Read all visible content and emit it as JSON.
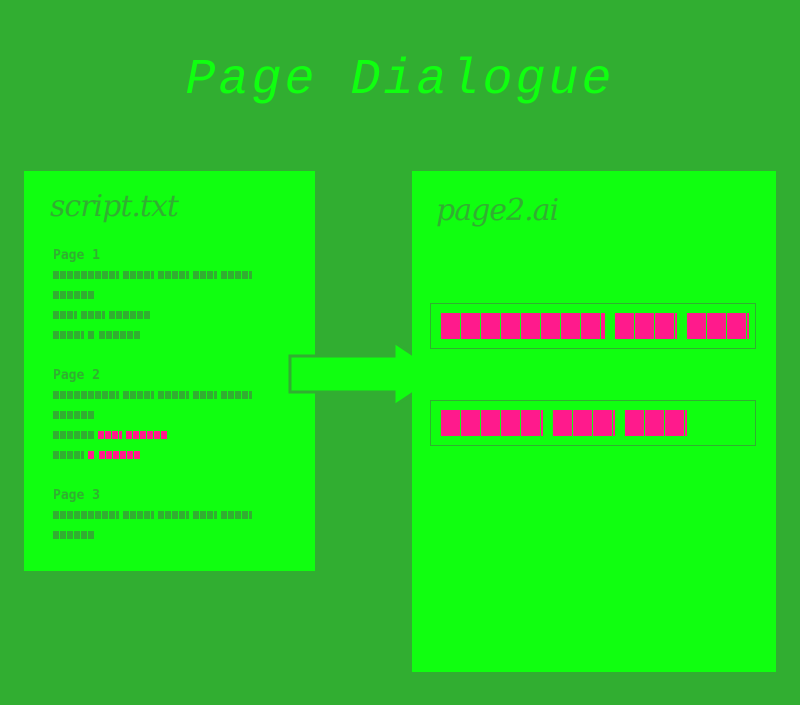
{
  "title": "Page Dialogue",
  "script_panel": {
    "title": "script.txt",
    "pages": [
      "Page 1",
      "Page 2",
      "Page 3"
    ]
  },
  "page_panel": {
    "title": "page2.ai"
  },
  "colors": {
    "background": "#31ae31",
    "panel": "#10ff10",
    "text_muted": "#31ae31",
    "highlight": "#ff1a8c"
  }
}
